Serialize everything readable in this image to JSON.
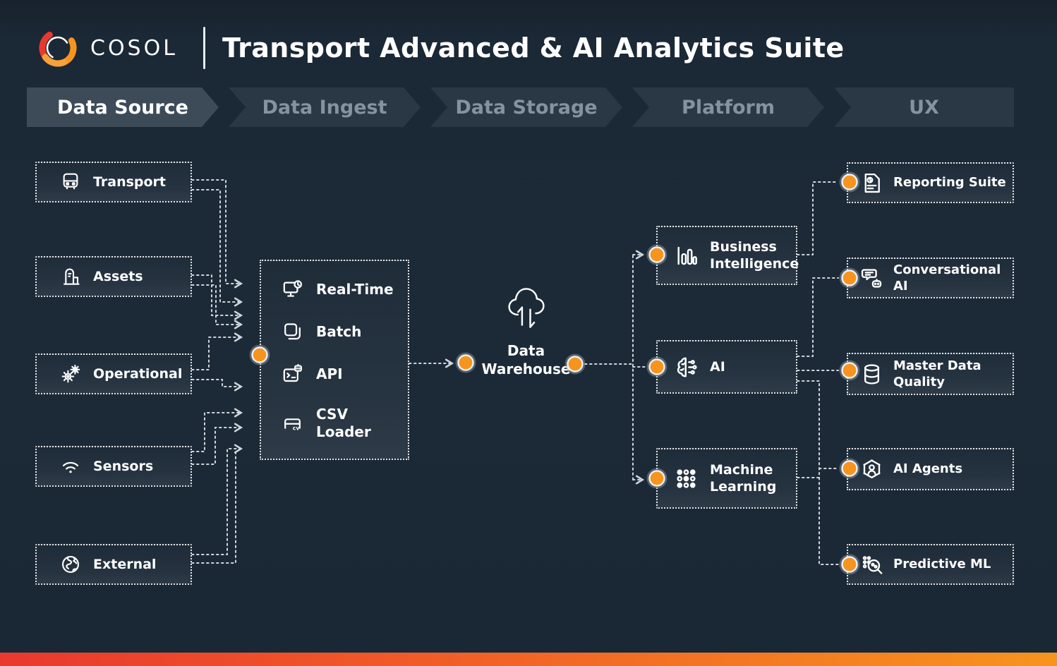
{
  "header": {
    "logo_text": "COSOL",
    "title": "Transport Advanced & AI Analytics Suite",
    "logo_icon": "cosol-ring-icon"
  },
  "stages": [
    {
      "label": "Data Source",
      "active": true
    },
    {
      "label": "Data Ingest",
      "active": false
    },
    {
      "label": "Data Storage",
      "active": false
    },
    {
      "label": "Platform",
      "active": false
    },
    {
      "label": "UX",
      "active": false
    }
  ],
  "sources": {
    "items": [
      {
        "label": "Transport",
        "icon": "bus-icon"
      },
      {
        "label": "Assets",
        "icon": "plant-asset-icon"
      },
      {
        "label": "Operational",
        "icon": "gears-icon"
      },
      {
        "label": "Sensors",
        "icon": "wifi-icon"
      },
      {
        "label": "External",
        "icon": "globe-icon"
      }
    ]
  },
  "ingest": {
    "items": [
      {
        "label": "Real-Time",
        "icon": "monitor-clock-icon"
      },
      {
        "label": "Batch",
        "icon": "copy-stack-icon"
      },
      {
        "label": "API",
        "icon": "terminal-bot-icon"
      },
      {
        "label": "CSV Loader",
        "icon": "csv-folder-icon"
      }
    ]
  },
  "storage": {
    "label": "Data Warehouse",
    "icon": "cloud-transfer-icon"
  },
  "platform": {
    "items": [
      {
        "label": "Business Intelligence",
        "icon": "bar-chart-icon"
      },
      {
        "label": "AI",
        "icon": "brain-circuit-icon"
      },
      {
        "label": "Machine Learning",
        "icon": "dot-matrix-icon"
      }
    ]
  },
  "ux": {
    "items": [
      {
        "label": "Reporting Suite",
        "icon": "report-document-icon"
      },
      {
        "label": "Conversational AI",
        "icon": "chat-bot-icon"
      },
      {
        "label": "Master Data Quality",
        "icon": "database-icon"
      },
      {
        "label": "AI Agents",
        "icon": "agent-network-icon"
      },
      {
        "label": "Predictive ML",
        "icon": "search-ml-icon"
      }
    ]
  },
  "colors": {
    "background": "#1B2836",
    "node_orange": "#F7941E",
    "chevron_active": "#3D4B59",
    "chevron_inactive": "#2A3744",
    "chevron_inactive_text": "#8493A0",
    "wire": "#DFE5EA",
    "footer_gradient_left": "#E8392F",
    "footer_gradient_right": "#F7941E"
  }
}
